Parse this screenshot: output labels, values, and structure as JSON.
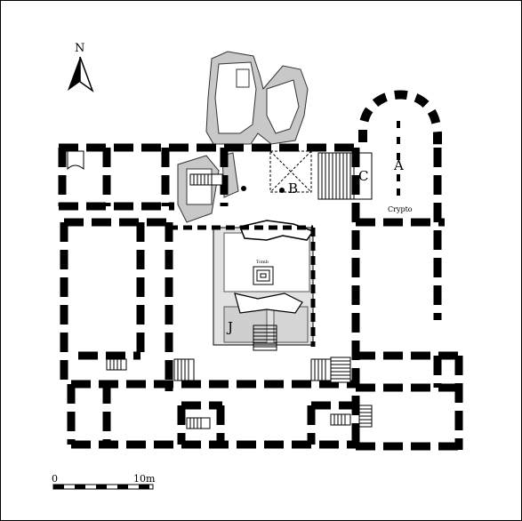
{
  "plan": {
    "north_label": "N",
    "room_labels": {
      "a": "A",
      "b": "B",
      "c": "C",
      "j": "J"
    },
    "small_labels": {
      "crypto": "Crypto",
      "tomb": "Tomb"
    },
    "scale": {
      "start": "0",
      "end": "10m"
    }
  }
}
